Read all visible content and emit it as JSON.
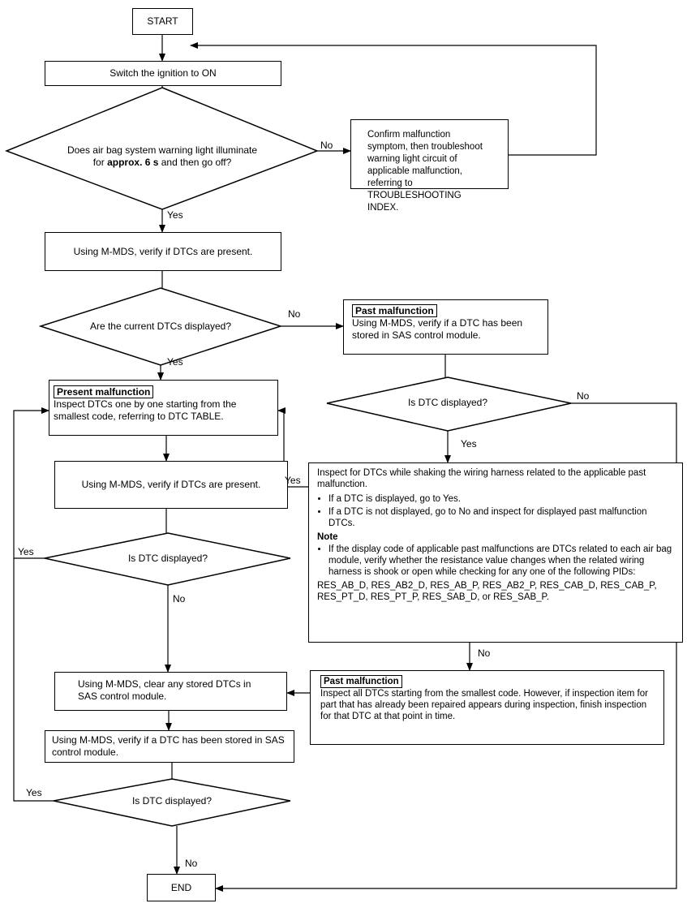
{
  "flow": {
    "start": "START",
    "ignition": "Switch the ignition to ON",
    "q_warning_pre": "Does air bag system warning light illuminate",
    "q_warning_for": "for ",
    "q_warning_bold": "approx. 6 s",
    "q_warning_post": " and then go off?",
    "confirm_box": "Confirm malfunction symptom, then troubleshoot warning light circuit of applicable malfunction, referring to TROUBLESHOOTING INDEX.",
    "verify_dtcs_1": "Using M-MDS, verify if DTCs are present.",
    "q_current": "Are the current DTCs displayed?",
    "past_tag": "Past malfunction",
    "past_text": "Using M-MDS, verify if a DTC has been stored in SAS control module.",
    "present_tag": "Present malfunction",
    "present_text": "Inspect DTCs one by one starting from the smallest code, referring to DTC TABLE.",
    "q_dtc_right": "Is DTC displayed?",
    "verify_dtcs_2": "Using M-MDS, verify if DTCs are present.",
    "inspect_intro": "Inspect for DTCs while shaking the wiring harness related to the applicable past malfunction.",
    "inspect_bullets": [
      "If a DTC is displayed, go to Yes.",
      "If a DTC is not displayed, go to No and inspect for displayed past malfunction DTCs."
    ],
    "note_title": "Note",
    "note_text": "If the display code of applicable past malfunctions are DTCs related to each air bag module, verify whether the resistance value changes when the related wiring harness is shook or open while checking for any one of the following PIDs:",
    "pids": "RES_AB_D, RES_AB2_D, RES_AB_P, RES_AB2_P,  RES_CAB_D, RES_CAB_P, RES_PT_D, RES_PT_P, RES_SAB_D, or RES_SAB_P.",
    "q_dtc_mid": "Is DTC displayed?",
    "clear_dtcs": "Using M-MDS, clear any stored DTCs in SAS control module.",
    "past2_tag": "Past malfunction",
    "past2_text": "Inspect all DTCs starting from the smallest code. However, if inspection item for part that has already been repaired appears during inspection, finish inspection for that DTC at that point in time.",
    "verify_stored": "Using M-MDS, verify if a DTC has been stored in SAS control module.",
    "q_dtc_bottom": "Is DTC displayed?",
    "end": "END"
  },
  "labels": {
    "yes": "Yes",
    "no": "No"
  }
}
